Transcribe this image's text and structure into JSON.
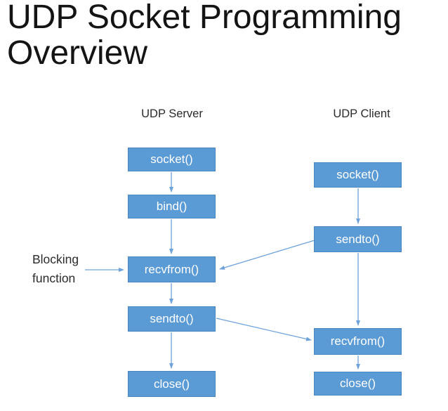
{
  "title": "UDP Socket Programming Overview",
  "columns": [
    {
      "header": "UDP Server",
      "boxes": [
        {
          "label": "socket()"
        },
        {
          "label": "bind()"
        },
        {
          "label": "recvfrom()"
        },
        {
          "label": "sendto()"
        },
        {
          "label": "close()"
        }
      ]
    },
    {
      "header": "UDP Client",
      "boxes": [
        {
          "label": "socket()"
        },
        {
          "label": "sendto()"
        },
        {
          "label": "recvfrom()"
        },
        {
          "label": "close()"
        }
      ]
    }
  ],
  "annotation": {
    "label": "Blocking function",
    "target": "server recvfrom()"
  },
  "connections": {
    "server_flow": "socket() → bind() → recvfrom() → sendto() → close()",
    "client_flow": "socket() → sendto() → recvfrom() → close()",
    "cross": [
      "client sendto() → server recvfrom()",
      "server sendto() → client recvfrom()"
    ]
  },
  "colors": {
    "box_fill": "#5b9bd5",
    "box_border": "#4a86c0",
    "arrow": "#6da2dc",
    "title_text": "#141414",
    "label_text": "#2b2b2b"
  }
}
